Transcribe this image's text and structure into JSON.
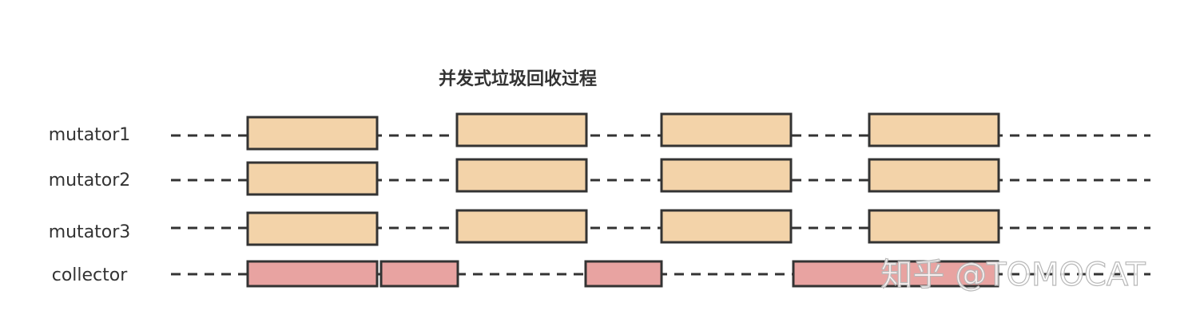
{
  "title": "并发式垃圾回收过程",
  "watermark": "知乎 @TOMOCAT",
  "colors": {
    "mutator_block": "#f3d3a9",
    "collector_block": "#e8a3a1",
    "stroke": "#333333"
  },
  "lanes": [
    {
      "label": "mutator1",
      "kind": "mutator"
    },
    {
      "label": "mutator2",
      "kind": "mutator"
    },
    {
      "label": "mutator3",
      "kind": "mutator"
    },
    {
      "label": "collector",
      "kind": "collector"
    }
  ]
}
